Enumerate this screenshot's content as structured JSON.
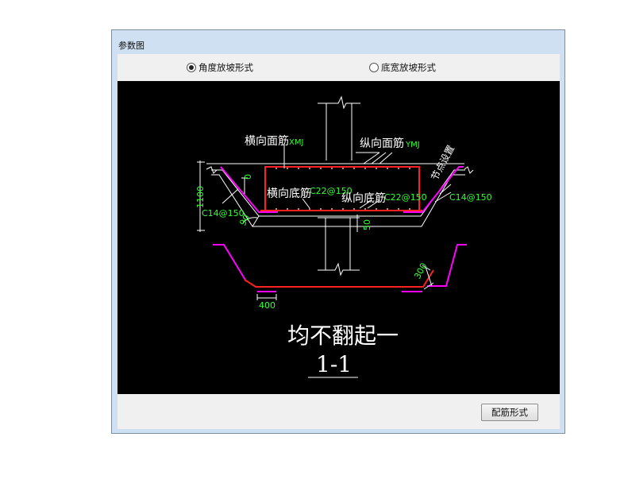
{
  "window": {
    "title": "参数图"
  },
  "options": {
    "angle_label": "角度放坡形式",
    "width_label": "底宽放坡形式",
    "selected": "angle"
  },
  "drawing": {
    "labels": {
      "horizontal_top": "横向面筋",
      "horizontal_top_code": "XMJ",
      "vertical_top": "纵向面筋",
      "vertical_top_code": "YMJ",
      "node_setting": "节点设置",
      "horizontal_bottom": "横向底筋",
      "horizontal_bottom_spec": "C22@150",
      "vertical_bottom": "纵向底筋",
      "vertical_bottom_spec": "C22@150",
      "left_slope_spec": "C14@150",
      "right_slope_spec": "C14@150",
      "dim_height": "1100",
      "dim_zero": "0",
      "dim_angle": "90",
      "dim_50": "50",
      "dim_300": "300",
      "dim_400": "400",
      "note": "均不翻起一",
      "section": "1-1"
    },
    "colors": {
      "background": "#000000",
      "outline": "#ffffff",
      "rebar": "#ff2020",
      "slope_bar": "#ff00ff",
      "annotation": "#33ff33"
    }
  },
  "buttons": {
    "rebar_form": "配筋形式"
  }
}
